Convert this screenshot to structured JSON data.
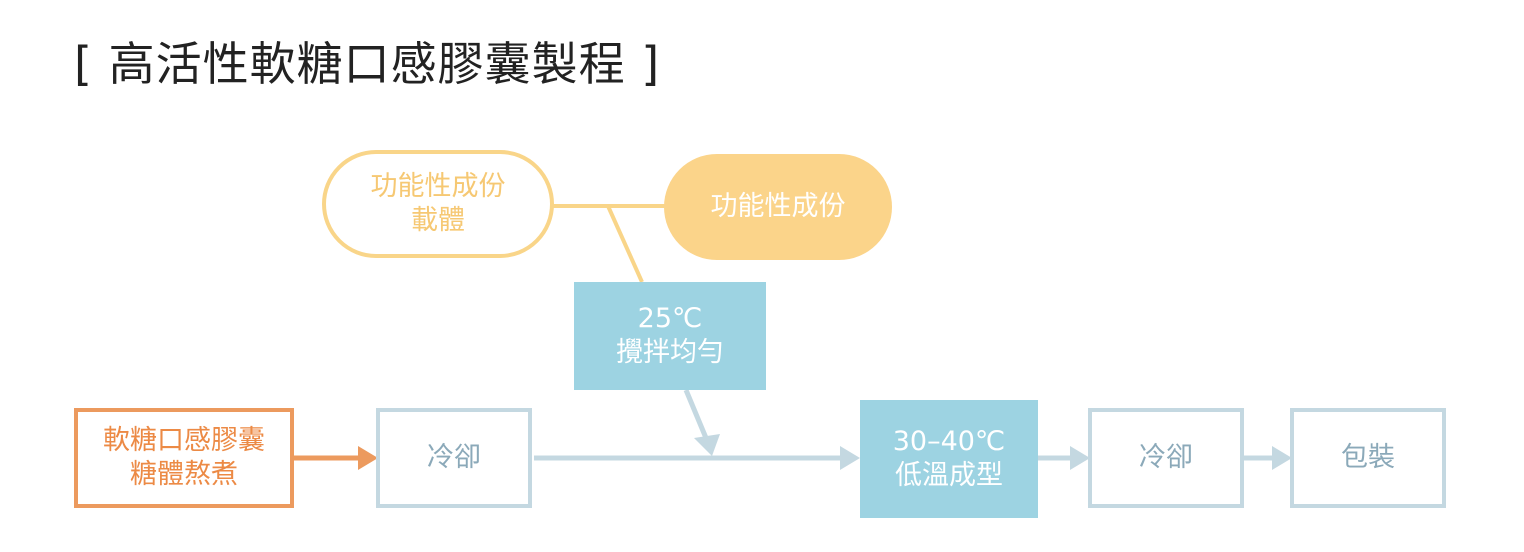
{
  "title": "[ 高活性軟糖口感膠囊製程 ]",
  "nodes": {
    "carrier": {
      "line1": "功能性成份",
      "line2": "載體"
    },
    "functional": {
      "label": "功能性成份"
    },
    "mixing": {
      "line1": "25℃",
      "line2": "攪拌均勻"
    },
    "boiling": {
      "line1": "軟糖口感膠囊",
      "line2": "糖體熬煮"
    },
    "cooling1": {
      "label": "冷卻"
    },
    "forming": {
      "line1": "30–40℃",
      "line2": "低溫成型"
    },
    "cooling2": {
      "label": "冷卻"
    },
    "packaging": {
      "label": "包裝"
    }
  },
  "colors": {
    "yellow_outline": "#f9d589",
    "yellow_fill": "#fbd48a",
    "teal": "#9dd3e2",
    "grey_blue": "#c4d8e1",
    "orange": "#ec9a5e"
  }
}
